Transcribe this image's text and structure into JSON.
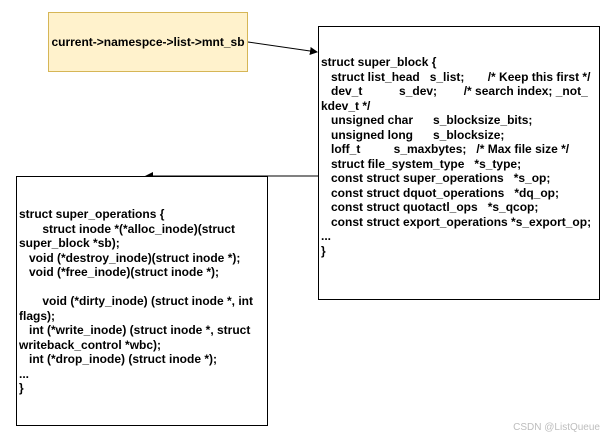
{
  "start_node": {
    "label": "current->namespce->list->mnt_sb",
    "fill": "#fff2cc",
    "stroke": "#d6b656"
  },
  "super_block": {
    "lines": [
      "struct super_block {",
      "   struct list_head   s_list;       /* Keep this first */",
      "   dev_t           s_dev;        /* search index; _not_",
      "kdev_t */",
      "   unsigned char      s_blocksize_bits;",
      "   unsigned long      s_blocksize;",
      "   loff_t          s_maxbytes;   /* Max file size */",
      "   struct file_system_type   *s_type;",
      "   const struct super_operations   *s_op;",
      "   const struct dquot_operations   *dq_op;",
      "   const struct quotactl_ops   *s_qcop;",
      "   const struct export_operations *s_export_op;",
      "...",
      "}"
    ]
  },
  "super_operations": {
    "lines": [
      "struct super_operations {",
      "       struct inode *(*alloc_inode)(struct",
      "super_block *sb);",
      "   void (*destroy_inode)(struct inode *);",
      "   void (*free_inode)(struct inode *);",
      "",
      "       void (*dirty_inode) (struct inode *, int",
      "flags);",
      "   int (*write_inode) (struct inode *, struct",
      "writeback_control *wbc);",
      "   int (*drop_inode) (struct inode *);",
      "...",
      "}"
    ]
  },
  "watermark": "CSDN @ListQueue"
}
